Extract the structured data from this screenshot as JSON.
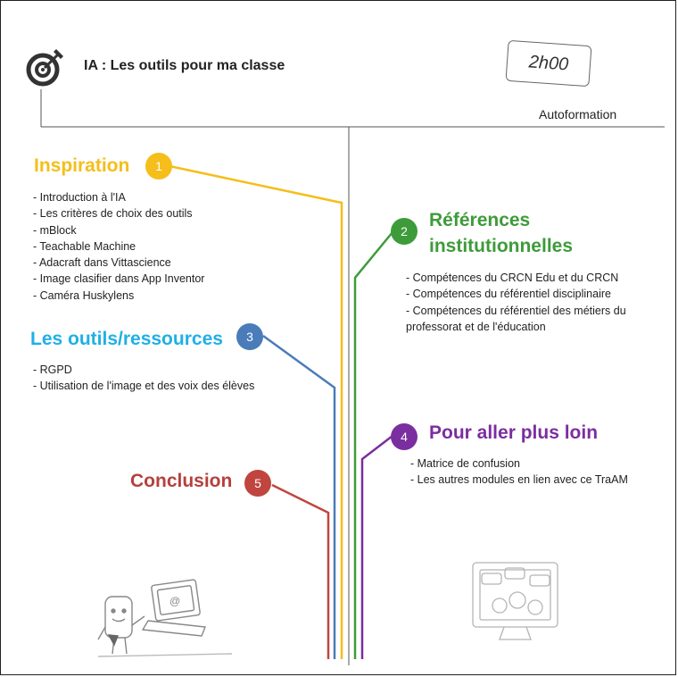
{
  "header": {
    "title": "IA : Les outils pour ma classe",
    "duration": "2h00",
    "mode": "Autoformation",
    "icon": "target-icon"
  },
  "sections": [
    {
      "number": "1",
      "title": "Inspiration",
      "color": "#f5be1a",
      "items": [
        "- Introduction à l'IA",
        "- Les critères de choix des outils",
        "- mBlock",
        "- Teachable Machine",
        "- Adacraft dans Vittascience",
        "- Image clasifier dans App Inventor",
        "- Caméra Huskylens"
      ]
    },
    {
      "number": "2",
      "title_lines": [
        "Références",
        "institutionnelles"
      ],
      "color": "#3e9b3a",
      "items": [
        "- Compétences du CRCN Edu et du CRCN",
        "- Compétences du référentiel disciplinaire",
        "- Compétences du référentiel des métiers du",
        "professorat et de l'éducation"
      ]
    },
    {
      "number": "3",
      "title": "Les outils/ressources",
      "color": "#1fb0e6",
      "badge_color": "#4a7cba",
      "items": [
        "- RGPD",
        "- Utilisation de l'image et des voix des élèves"
      ]
    },
    {
      "number": "4",
      "title": "Pour aller plus loin",
      "color": "#7b2e9f",
      "items": [
        "- Matrice de confusion",
        "- Les autres modules en lien avec ce TraAM"
      ]
    },
    {
      "number": "5",
      "title": "Conclusion",
      "color": "#b5403c",
      "badge_color": "#c0453f",
      "items": []
    }
  ]
}
